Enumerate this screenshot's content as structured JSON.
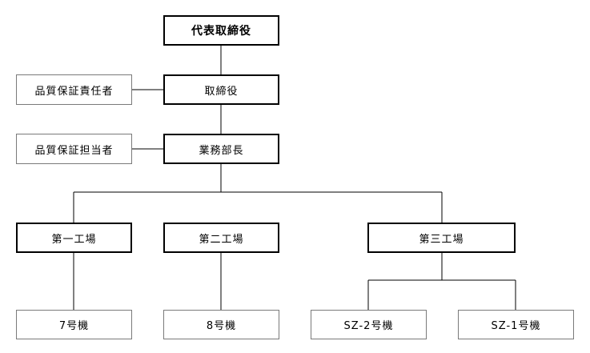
{
  "nodes": {
    "ceo": "代表取締役",
    "director": "取締役",
    "qa_manager": "品質保証責任者",
    "qa_staff": "品質保証担当者",
    "ops_manager": "業務部長",
    "factory1": "第一工場",
    "factory2": "第二工場",
    "factory3": "第三工場",
    "machine7": "7号機",
    "machine8": "8号機",
    "machine_sz2": "SZ-2号機",
    "machine_sz1": "SZ-1号機"
  }
}
